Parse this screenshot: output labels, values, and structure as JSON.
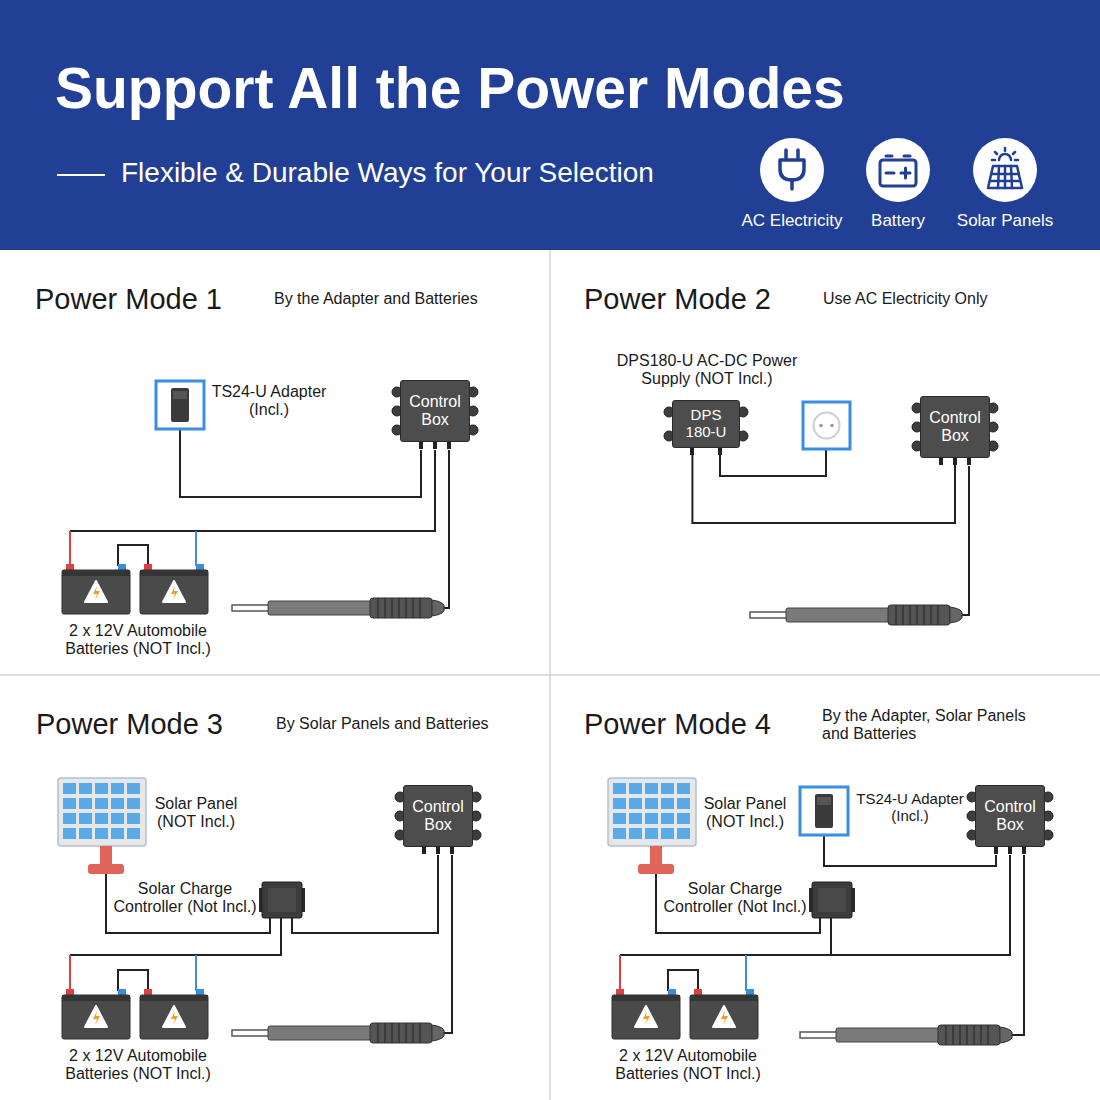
{
  "diagram": {
    "title": "Support All the Power Modes",
    "nodes": [
      {
        "text": [
          "Control Box"
        ]
      },
      {
        "text": [
          "DPS 180-U"
        ]
      },
      {
        "text": [
          "Control Box"
        ]
      },
      {
        "text": [
          "Control Box"
        ]
      },
      {
        "text": [
          "Control Box"
        ]
      }
    ],
    "edges": [
      {
        "from": 1,
        "to": 2,
        "arrow": "none"
      }
    ],
    "labels": [
      "Flexible & Durable Ways for Your Selection",
      "AC Electricity",
      "Battery",
      "Solar Panels",
      "Power Mode 1",
      "By the Adapter and Batteries",
      "TS24-U Adapter (Incl.)",
      "2 x 12V Automobile Batteries (NOT Incl.)",
      "Power Mode 2",
      "Use AC Electricity Only",
      "DPS180-U AC-DC Power Supply (NOT Incl.)",
      "Power Mode 3",
      "By Solar Panels and Batteries",
      "Solar Panel (NOT Incl.)",
      "Solar Charge Controller (Not Incl.)",
      "2 x 12V Automobile Batteries (NOT Incl.)",
      "Power Mode 4",
      "By the Adapter, Solar Panels and Batteries",
      "Solar Panel (NOT Incl.)",
      "TS24-U Adapter (Incl.)",
      "Solar Charge Controller (Not Incl.)",
      "2 x 12V Automobile Batteries (NOT Incl.)"
    ]
  }
}
